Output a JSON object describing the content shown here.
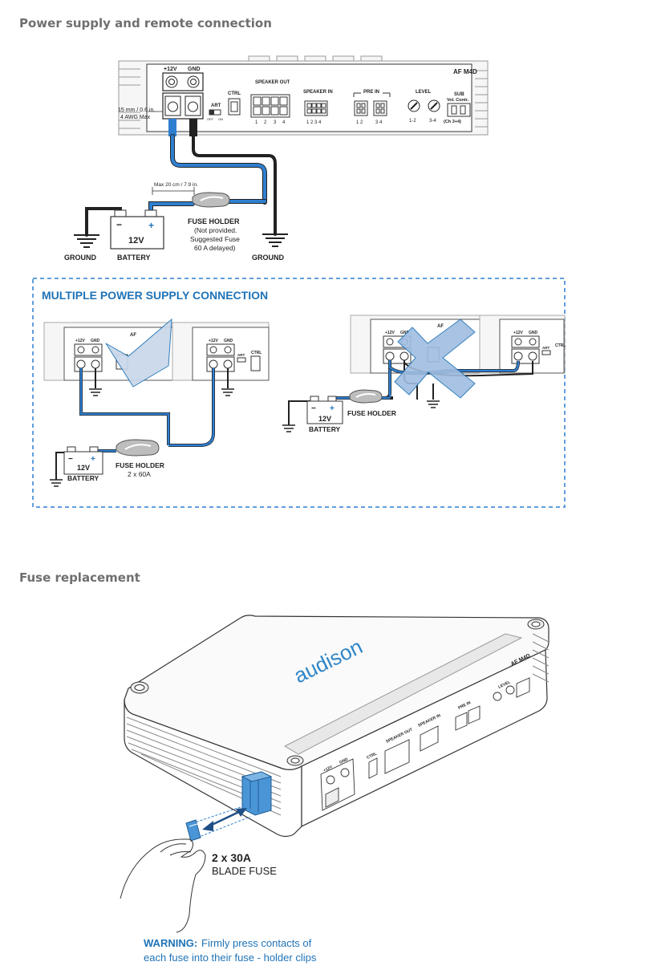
{
  "sections": {
    "power": "Power supply and remote connection",
    "fuse": "Fuse replacement"
  },
  "amp": {
    "model": "AF M4D",
    "model_short": "AF",
    "pos_label": "+12V",
    "gnd_label": "GND",
    "cable_spec_1": "15 mm / 0.6 in.",
    "cable_spec_2": "4 AWG Max",
    "ctrl": "CTRL",
    "art": "ART",
    "art_off": "OFF",
    "art_on": "ON",
    "speaker_out": "SPEAKER OUT",
    "speaker_out_nums": [
      "1",
      "2",
      "3",
      "4"
    ],
    "speaker_in": "SPEAKER IN",
    "speaker_in_nums": "1 2 3 4",
    "pre_in": "PRE IN",
    "pre_in_a": "1 2",
    "pre_in_b": "3 4",
    "level": "LEVEL",
    "level_a": "1-2",
    "level_b": "3-4",
    "sub": "SUB",
    "sub_vol": "Vol. Contr.",
    "sub_ch": "(Ch 3+4)"
  },
  "wiring": {
    "max_distance": "Max 20 cm / 7.9 in.",
    "fuse_holder": "FUSE HOLDER",
    "fuse_note_1": "(Not provided.",
    "fuse_note_2": "Suggested Fuse",
    "fuse_note_3": "60 A delayed)",
    "ground": "GROUND",
    "battery": "BATTERY",
    "battery_voltage": "12V",
    "minus": "−",
    "plus": "+"
  },
  "multi": {
    "title": "MULTIPLE POWER SUPPLY CONNECTION",
    "fuse_holder": "FUSE HOLDER",
    "fuse_spec": "2 x 60A"
  },
  "replacement": {
    "brand": "audison",
    "fuse_count": "2 x 30A",
    "fuse_type": "BLADE FUSE",
    "warning_label": "WARNING:",
    "warning_1": "Firmly press contacts of",
    "warning_2": "each fuse into their fuse - holder clips"
  },
  "colors": {
    "accent_blue": "#1f73b7",
    "cable_blue": "#2f7fd0",
    "check_fill": "#c8d7ea",
    "cross_fill": "#9fbde0",
    "dashed_border": "#2f7fd0"
  }
}
